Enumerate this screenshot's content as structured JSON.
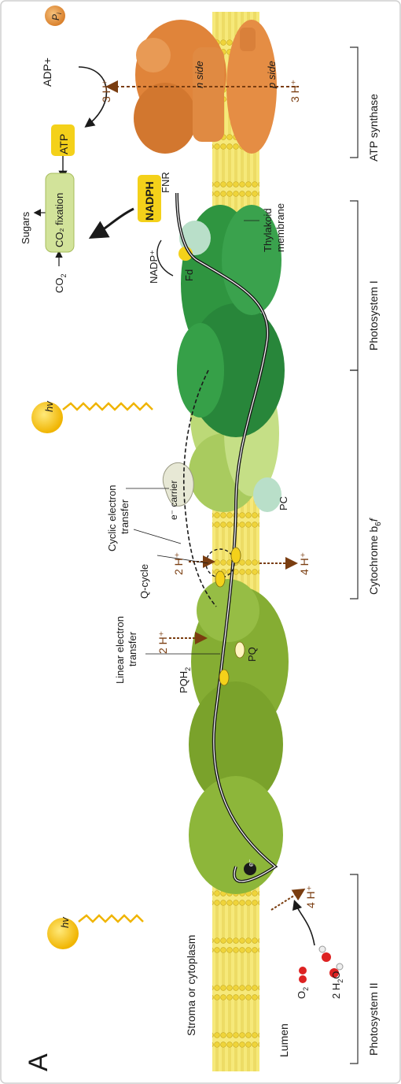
{
  "panel_letter": "A",
  "regions": {
    "stroma": "Stroma or cytoplasm",
    "lumen": "Lumen",
    "n_side": "n side",
    "p_side": "p side"
  },
  "complexes": {
    "photosystem_ii": "Photosystem II",
    "cytochrome": "Cytochrome b",
    "cytochrome_sub": "6",
    "cytochrome_suffix": "f",
    "photosystem_i": "Photosystem I",
    "atp_synthase": "ATP synthase"
  },
  "labels": {
    "thylakoid_membrane": "Thylakoid membrane",
    "linear_transfer": "Linear electron transfer",
    "cyclic_transfer": "Cyclic electron transfer",
    "q_cycle": "Q-cycle",
    "e_carrier": "e⁻ carrier",
    "pq": "PQ",
    "pqh2": "PQH",
    "pqh2_sub": "2",
    "pc": "PC",
    "fd": "Fd",
    "fnr": "FNR",
    "nadp_plus": "NADP⁺",
    "nadph": "NADPH",
    "atp": "ATP",
    "adp_pi": "ADP+",
    "pi_letter": "P",
    "pi_sub": "i",
    "co2": "CO",
    "co2_sub": "2",
    "co2_fixation": "CO₂ fixation",
    "sugars": "Sugars",
    "hv": "hv",
    "o2": "O",
    "o2_sub": "2",
    "water": "2 H",
    "water_sub": "2",
    "water_suffix": "O",
    "electron": "e⁻"
  },
  "protons": {
    "psii_stroma": "2 H⁺",
    "psii_lumen": "4 H⁺",
    "cyt_stroma": "2 H⁺",
    "cyt_lumen": "4 H⁺",
    "atp_stroma": "3 H⁺",
    "atp_lumen": "3 H⁺"
  },
  "colors": {
    "membrane": "#f2de4e",
    "psii": "#7fa82e",
    "cytochrome": "#b5d56a",
    "psi": "#2d8f3b",
    "atp_synthase": "#e0843a",
    "pc_fnr": "#b9dfc9",
    "highlight": "#f4d11a",
    "proton_arrow": "#7a3d10",
    "co2_box": "#d2e39a",
    "sun": "#f5c518"
  }
}
